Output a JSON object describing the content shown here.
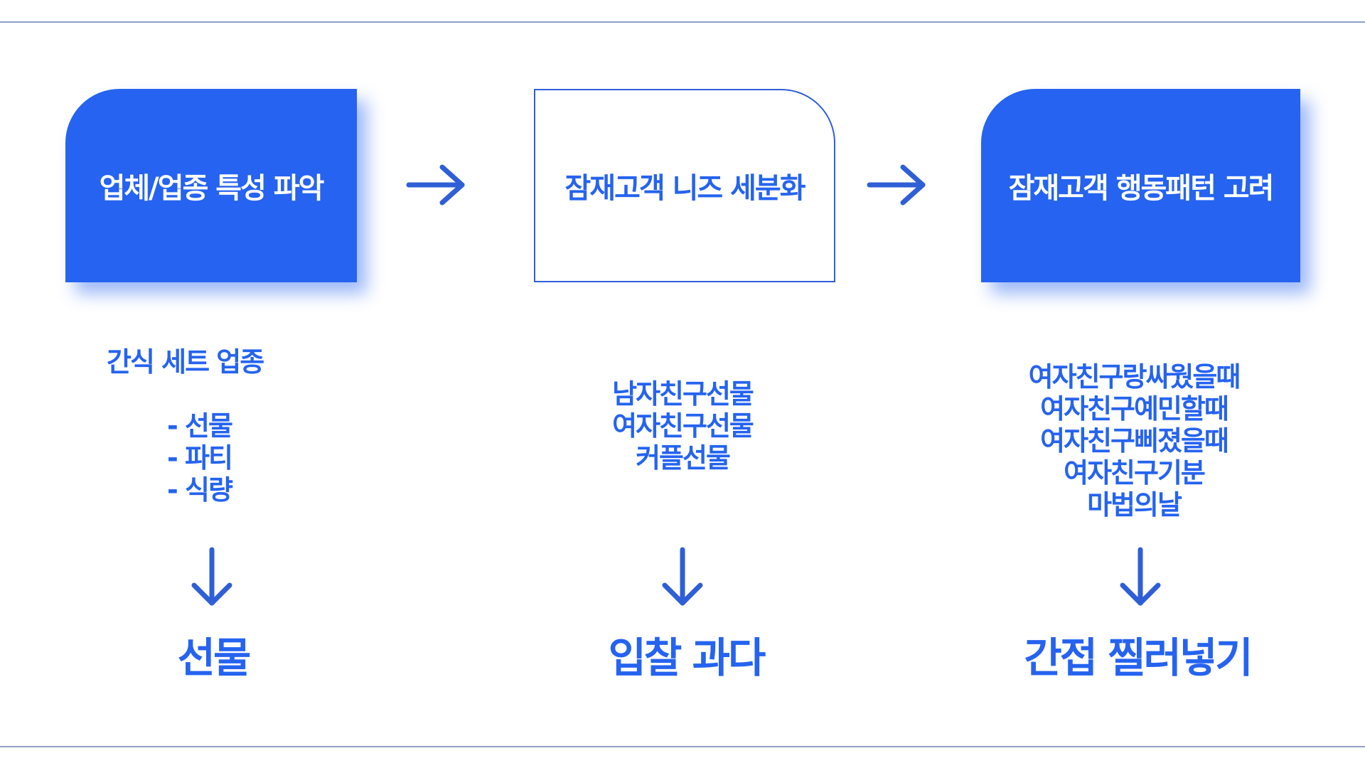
{
  "colors": {
    "accent": "#2563f0",
    "rule": "#8ea0c8",
    "background": "#ffffff",
    "filled_text": "#ffffff"
  },
  "steps": [
    {
      "label": "업체/업종 특성 파악",
      "style": "filled",
      "details_heading": "간식 세트 업종",
      "details": [
        "- 선물",
        "- 파티",
        "- 식량"
      ],
      "result": "선물"
    },
    {
      "label": "잠재고객 니즈 세분화",
      "style": "outline",
      "details": [
        "남자친구선물",
        "여자친구선물",
        "커플선물"
      ],
      "result": "입찰 과다"
    },
    {
      "label": "잠재고객 행동패턴 고려",
      "style": "filled",
      "details": [
        "여자친구랑싸웠을때",
        "여자친구예민할때",
        "여자친구삐졌을때",
        "여자친구기분",
        "마법의날"
      ],
      "result": "간접 찔러넣기"
    }
  ],
  "icons": {
    "flow_arrow_right": "arrow-right-icon",
    "flow_arrow_down": "arrow-down-icon"
  }
}
